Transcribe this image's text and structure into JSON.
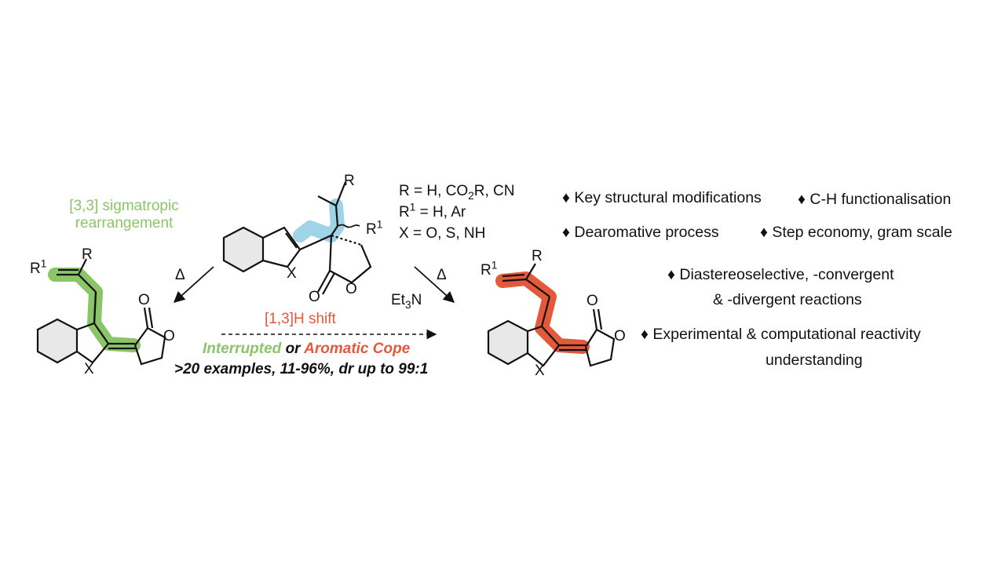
{
  "colors": {
    "green_highlight": "#8cc46a",
    "orange_highlight": "#e25a3a",
    "blue_highlight": "#9fd3e6",
    "ink": "#111111",
    "aromatic_fill": "#e8e8e8"
  },
  "substituents": {
    "line1_pre": "R = H, CO",
    "line1_sub": "2",
    "line1_post": "R, CN",
    "line2_pre": "R",
    "line2_sup": "1",
    "line2_post": " = H, Ar",
    "line3": "X = O, S, NH"
  },
  "arrows": {
    "left_condition": "Δ",
    "right_condition": "Δ",
    "base_pre": "Et",
    "base_sub": "3",
    "base_post": "N",
    "shift_label": "[1,3]H shift",
    "sigmatropic_line1": "[3,3] sigmatropic",
    "sigmatropic_line2": "rearrangement"
  },
  "summary": {
    "interrupted": "Interrupted",
    "or": "or",
    "aromatic_cope": "Aromatic Cope",
    "scope": ">20 examples, 11-96%, dr up to 99:1"
  },
  "atoms": {
    "R": "R",
    "R1_base": "R",
    "R1_sup": "1",
    "X": "X",
    "O": "O"
  },
  "bullets": {
    "marker": "♦",
    "items": [
      "Key structural modifications",
      "C-H functionalisation",
      "Dearomative process",
      "Step economy, gram scale",
      "Diastereoselective, -convergent",
      "& -divergent reactions",
      "Experimental & computational reactivity",
      "understanding"
    ]
  }
}
